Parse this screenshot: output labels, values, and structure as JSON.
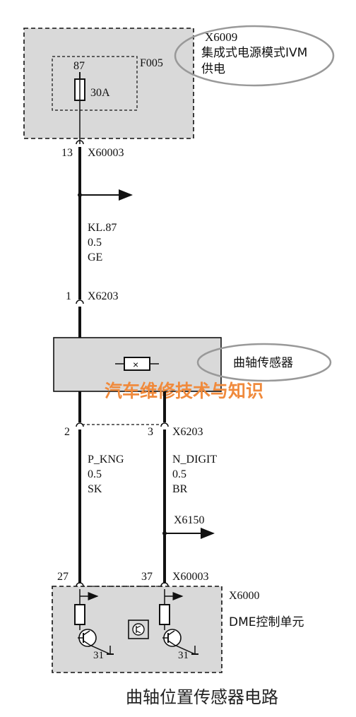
{
  "top_module": {
    "connector": "X6009",
    "name_line1": "集成式电源模式IVM",
    "name_line2": "供电",
    "fuse_id": "F005",
    "fuse_pin": "87",
    "fuse_rating": "30A"
  },
  "conn_x60003_top": {
    "pin": "13",
    "name": "X60003"
  },
  "wire_kl87": {
    "signal": "KL.87",
    "size": "0.5",
    "color": "GE"
  },
  "conn_x6203_top": {
    "pin": "1",
    "name": "X6203"
  },
  "sensor": {
    "name": "曲轴传感器"
  },
  "watermark": "汽车维修技术与知识",
  "conn_x6203_bottom": {
    "pin_left": "2",
    "pin_right": "3",
    "name": "X6203"
  },
  "wire_left": {
    "signal": "P_KNG",
    "size": "0.5",
    "color": "SK"
  },
  "wire_right": {
    "signal": "N_DIGIT",
    "size": "0.5",
    "color": "BR"
  },
  "branch": {
    "name": "X6150"
  },
  "conn_x60003_bottom": {
    "pin_left": "27",
    "pin_right": "37",
    "name": "X60003"
  },
  "dme": {
    "connector": "X6000",
    "name": "DME控制单元",
    "ground_left": "31",
    "ground_right": "31"
  },
  "caption": "曲轴位置传感器电路"
}
